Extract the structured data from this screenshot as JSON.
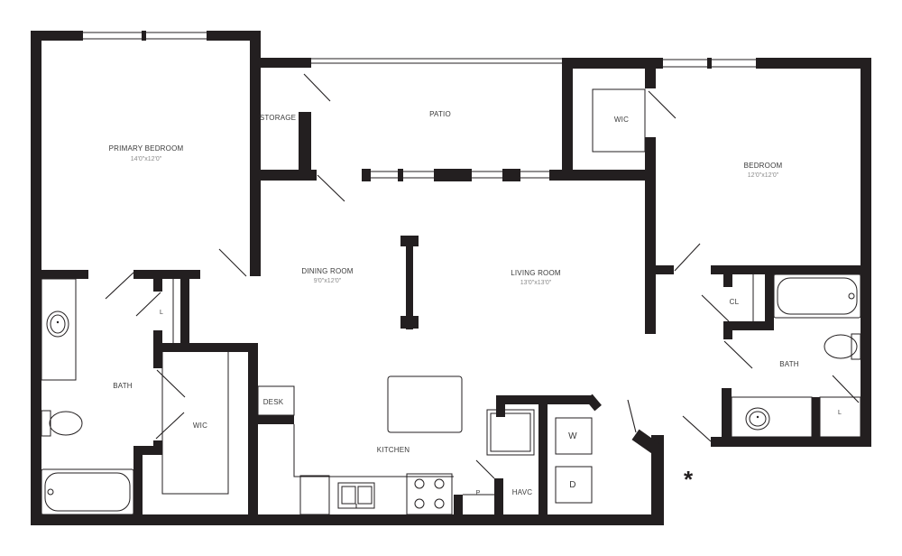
{
  "floor_plan": {
    "rooms": {
      "primary_bedroom": {
        "name": "PRIMARY BEDROOM",
        "dimensions": "14'0\"x12'0\""
      },
      "storage": {
        "name": "STORAGE"
      },
      "patio": {
        "name": "PATIO"
      },
      "wic_right": {
        "name": "WIC"
      },
      "bedroom": {
        "name": "BEDROOM",
        "dimensions": "12'0\"x12'0\""
      },
      "dining_room": {
        "name": "DINING ROOM",
        "dimensions": "9'0\"x12'0\""
      },
      "living_room": {
        "name": "LIVING ROOM",
        "dimensions": "13'0\"x13'0\""
      },
      "linen_left": {
        "name": "L"
      },
      "closet_right": {
        "name": "CL"
      },
      "bath_left": {
        "name": "BATH"
      },
      "bath_right": {
        "name": "BATH"
      },
      "wic_left": {
        "name": "WIC"
      },
      "desk": {
        "name": "DESK"
      },
      "kitchen": {
        "name": "KITCHEN"
      },
      "linen_right": {
        "name": "L"
      },
      "washer": {
        "name": "W"
      },
      "dryer": {
        "name": "D"
      },
      "pantry": {
        "name": "P"
      },
      "havc": {
        "name": "HAVC"
      }
    },
    "marker": "*"
  }
}
